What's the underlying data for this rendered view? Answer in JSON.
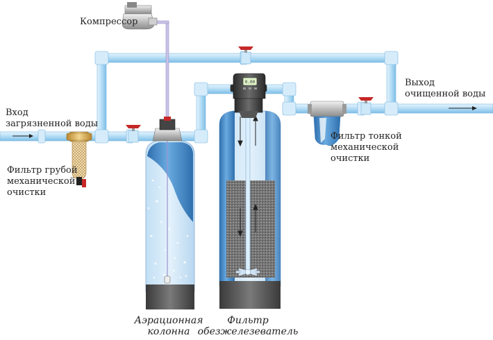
{
  "labels": {
    "compressor": "Компрессор",
    "inlet": [
      "Вход",
      "загрязненной воды"
    ],
    "outlet": [
      "Выход",
      "очищенной воды"
    ],
    "coarse_filter": [
      "Фильтр грубой",
      "механической",
      "очистки"
    ],
    "fine_filter": [
      "Фильтр тонкой",
      "механической",
      "очистки"
    ],
    "aeration_column": [
      "Аэрационная",
      "колонна"
    ],
    "iron_filter": [
      "Фильтр",
      "обезжелезеватель"
    ],
    "controller_display": "0.00"
  },
  "colors": {
    "pipe": "#a9d6f2",
    "pipe_outline": "#6fb2dd",
    "tank_light": "#cfe7f8",
    "tank_dark": "#4d8ec9",
    "tank_base": "#555555",
    "valve": "#c62828",
    "media": "#6a6a6a"
  }
}
